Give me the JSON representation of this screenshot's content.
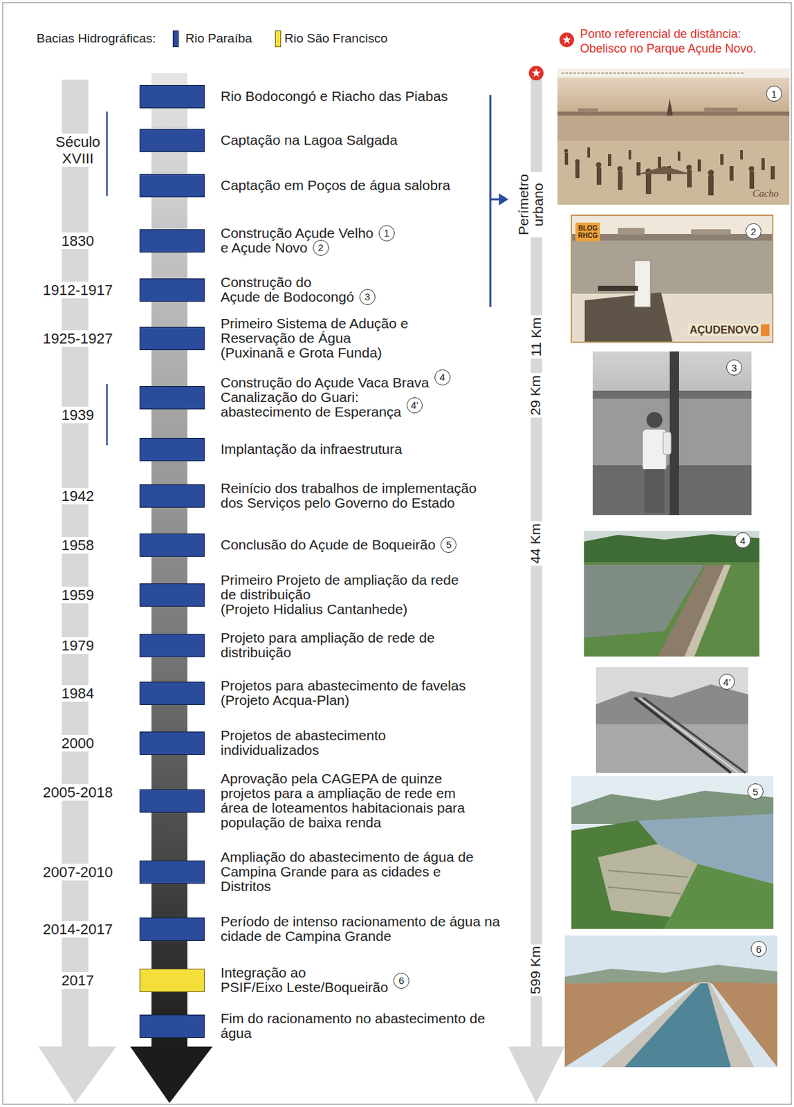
{
  "diagram": {
    "nodes": [
      {
        "text": [
          "Rio Bodocongó e Riacho das Piabas"
        ]
      },
      {
        "text": [
          "Captação na Lagoa Salgada"
        ]
      },
      {
        "text": [
          "Captação em Poços de água salobra"
        ]
      },
      {
        "text": [
          "Construção Açude Velho e Açude Novo"
        ]
      },
      {
        "text": [
          "Construção do Açude de Bodocongó"
        ]
      },
      {
        "text": [
          "Primeiro Sistema de Adução e Reservação de Água (Puxinanã e Grota Funda)"
        ]
      },
      {
        "text": [
          "Construção do Açude Vaca Brava",
          "Canalização do Guari: abastecimento de Esperança"
        ]
      },
      {
        "text": [
          "Implantação da infraestrutura"
        ]
      },
      {
        "text": [
          "Reinício dos trabalhos de implementação dos Serviços pelo Governo do Estado"
        ]
      },
      {
        "text": [
          "Conclusão do Açude de Boqueirão"
        ]
      },
      {
        "text": [
          "Primeiro Projeto de ampliação da rede de distribuição (Projeto Hidalius Cantanhede)"
        ]
      },
      {
        "text": [
          "Projeto para ampliação de rede de distribuição"
        ]
      },
      {
        "text": [
          "Projetos para abastecimento de favelas (Projeto Acqua-Plan)"
        ]
      },
      {
        "text": [
          "Projetos de abastecimento individualizados"
        ]
      },
      {
        "text": [
          "Aprovação pela CAGEPA de quinze projetos para a ampliação de rede em área de loteamentos habitacionais para população de baixa renda"
        ]
      },
      {
        "text": [
          "Ampliação do abastecimento de água de Campina Grande para as cidades e Distritos"
        ]
      },
      {
        "text": [
          "Período de intenso racionamento de água na cidade de Campina Grande"
        ]
      },
      {
        "text": [
          "Integração ao PSIF/Eixo Leste/Boqueirão"
        ]
      },
      {
        "text": [
          "Fim do racionamento no abastecimento de água"
        ]
      }
    ],
    "labels": [
      "Bacias Hidrográficas:",
      "Século XVIII",
      "1830",
      "1912-1917",
      "1925-1927",
      "1939",
      "1942",
      "1958",
      "1959",
      "1979",
      "1984",
      "2000",
      "2005-2018",
      "2007-2010",
      "2014-2017",
      "2017",
      "1",
      "2",
      "3",
      "4",
      "4’",
      "5",
      "6",
      "Perímetro urbano",
      "11 Km",
      "29 Km",
      "44 Km",
      "599 Km",
      "Cacho",
      "BLOG RHCG",
      "AÇUDENOVO",
      "1",
      "2",
      "3",
      "4",
      "4’",
      "5",
      "6"
    ],
    "legend": [
      {
        "text": "Rio Paraíba",
        "color": "#2b4c9b"
      },
      {
        "text": "Rio São Francisco",
        "color": "#f3de3a"
      },
      {
        "text": "Ponto referencial de distância: Obelisco no Parque Açude Novo."
      }
    ]
  }
}
